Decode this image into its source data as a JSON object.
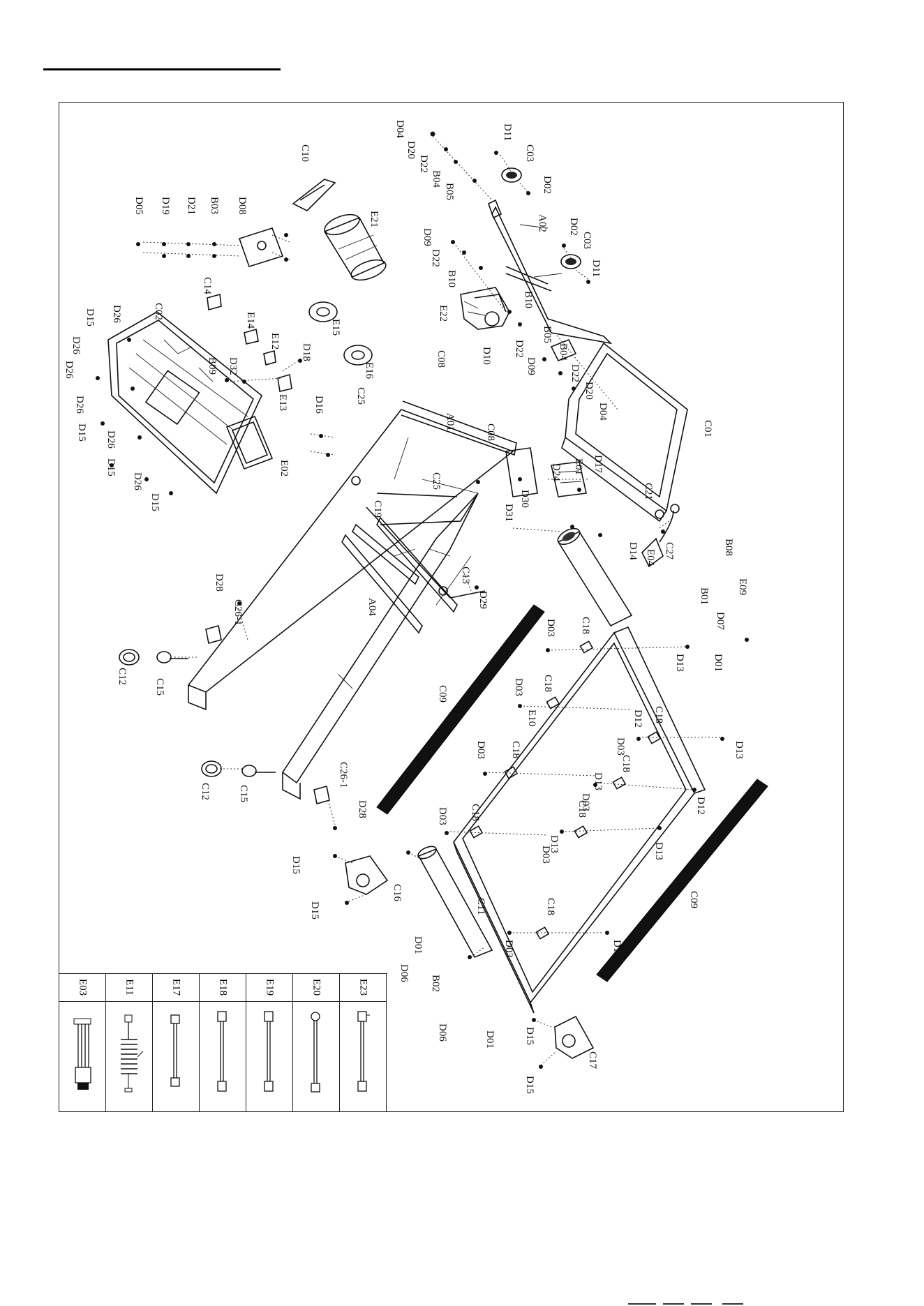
{
  "legend": {
    "parts": [
      "E03",
      "E11",
      "E17",
      "E18",
      "E19",
      "E20",
      "E23"
    ]
  },
  "labels": {
    "C10": "C10",
    "D04": "D04",
    "D20": "D20",
    "D22": "D22",
    "B04": "B04",
    "B05": "B05",
    "D11": "D11",
    "C03": "C03",
    "D02": "D02",
    "A02": "A02",
    "D09": "D09",
    "B10": "B10",
    "E22": "E22",
    "D10": "D10",
    "D05": "D05",
    "D19": "D19",
    "D21": "D21",
    "B03": "B03",
    "D08": "D08",
    "E21": "E21",
    "C14": "C14",
    "E14": "E14",
    "E15": "E15",
    "E12": "E12",
    "D18": "D18",
    "E16": "E16",
    "B09": "B09",
    "D32": "D32",
    "E13": "E13",
    "D26": "D26",
    "D15": "D15",
    "C02": "C02",
    "C25": "C25",
    "D16": "D16",
    "E02": "E02",
    "C08": "C08",
    "A01": "A01",
    "C01": "C01",
    "D17": "D17",
    "E01": "E01",
    "D24": "D24",
    "D30": "D30",
    "D31": "D31",
    "C21": "C21",
    "C19": "C19",
    "C13": "C13",
    "D29": "D29",
    "A04": "A04",
    "D14": "D14",
    "E04": "E04",
    "C27": "C27",
    "B08": "B08",
    "E09": "E09",
    "B01": "B01",
    "D07": "D07",
    "D01": "D01",
    "D28": "D28",
    "C26-1": "C26-1",
    "C12": "C12",
    "C15": "C15",
    "C09": "C09",
    "D03": "D03",
    "C18": "C18",
    "D13": "D13",
    "D12": "D12",
    "E10": "E10",
    "C11": "C11",
    "C16": "C16",
    "D06": "D06",
    "B02": "B02",
    "C17": "C17"
  }
}
